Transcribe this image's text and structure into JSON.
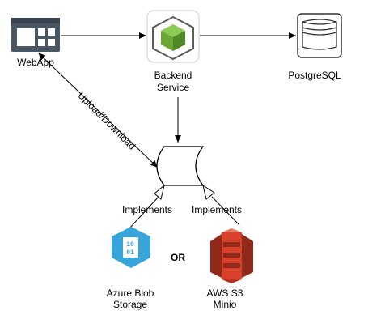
{
  "nodes": {
    "webapp": {
      "label": "WebApp"
    },
    "backend": {
      "label_line1": "Backend",
      "label_line2": "Service"
    },
    "postgres": {
      "label": "PostgreSQL"
    },
    "azure": {
      "label_line1": "Azure Blob",
      "label_line2": "Storage",
      "icon_text_line1": "10",
      "icon_text_line2": "01"
    },
    "aws": {
      "label_line1": "AWS S3",
      "label_line2": "Minio"
    }
  },
  "edges": {
    "upload_download": "Upload/Download",
    "implements_left": "Implements",
    "implements_right": "Implements"
  },
  "separator": "OR",
  "colors": {
    "webapp_frame": "#4a5664",
    "node_green": "#6aa535",
    "azure_blue": "#37a5d9",
    "aws_red": "#d9412a",
    "aws_dark": "#8f2a1a"
  }
}
